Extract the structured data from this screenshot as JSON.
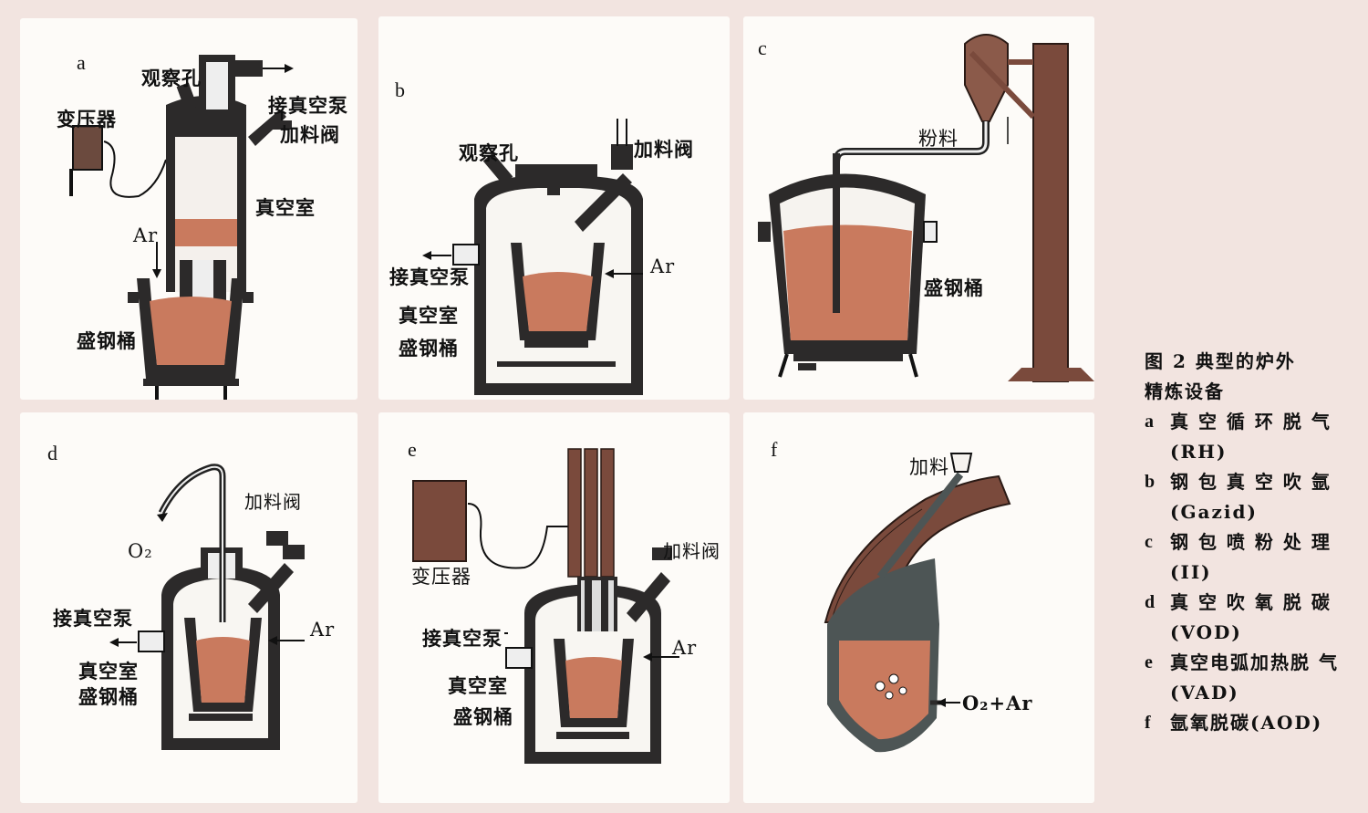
{
  "caption": {
    "title_line1": "图 2   典型的炉外",
    "title_line2": "精炼设备",
    "items": [
      {
        "key": "a",
        "text": "真 空 循 环 脱 气 (RH)"
      },
      {
        "key": "b",
        "text": "钢 包 真 空 吹 氩 (Gazid)"
      },
      {
        "key": "c",
        "text": "钢 包 喷 粉 处 理 (II)"
      },
      {
        "key": "d",
        "text": "真 空 吹 氧 脱 碳 (VOD)"
      },
      {
        "key": "e",
        "text": "真空电弧加热脱 气(VAD)"
      },
      {
        "key": "f",
        "text": "氩氧脱碳(AOD)"
      }
    ]
  },
  "panels": {
    "a": {
      "letter": "a",
      "observe": "观察孔",
      "pump": "接真空泵",
      "transformer": "变压器",
      "valve": "加料阀",
      "chamber": "真空室",
      "ar": "Ar",
      "ladle": "盛钢桶"
    },
    "b": {
      "letter": "b",
      "observe": "观察孔",
      "valve": "加料阀",
      "pump": "接真空泵",
      "ar": "Ar",
      "chamber": "真空室",
      "ladle": "盛钢桶"
    },
    "c": {
      "letter": "c",
      "powder": "粉料",
      "ladle": "盛钢桶"
    },
    "d": {
      "letter": "d",
      "valve": "加料阀",
      "o2": "O₂",
      "pump": "接真空泵",
      "ar": "Ar",
      "chamber": "真空室",
      "ladle": "盛钢桶"
    },
    "e": {
      "letter": "e",
      "transformer": "变压器",
      "valve": "加料阀",
      "pump": "接真空泵",
      "ar": "Ar",
      "chamber": "真空室",
      "ladle": "盛钢桶"
    },
    "f": {
      "letter": "f",
      "feed": "加料",
      "gas": "O₂+Ar"
    }
  },
  "colors": {
    "steel": "#c97a5e",
    "brown": "#7a4a3c",
    "dark": "#2a2424",
    "grey": "#4d5555",
    "bg": "#f2e4e0",
    "panel": "#fdfbf8"
  }
}
